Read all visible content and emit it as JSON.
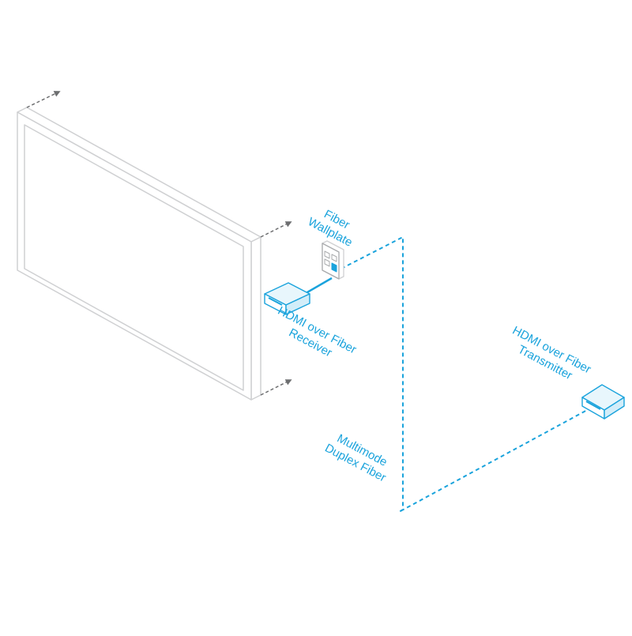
{
  "colors": {
    "accent": "#1aa3dc",
    "device_outline": "#cfd0d2",
    "arrow": "#6d6e70"
  },
  "labels": {
    "wallplate": [
      "Fiber",
      "Wallplate"
    ],
    "receiver": [
      "HDMI over Fiber",
      "Receiver"
    ],
    "transmitter": [
      "HDMI over Fiber",
      "Transmitter"
    ],
    "fiber": [
      "Multimode",
      "Duplex Fiber"
    ]
  },
  "icons": {
    "display": "wall-mounted-display-icon",
    "mount_arrows": "dashed-arrow-icon",
    "wallplate": "fiber-wallplate-icon",
    "receiver": "receiver-box-icon",
    "transmitter": "transmitter-box-icon"
  }
}
